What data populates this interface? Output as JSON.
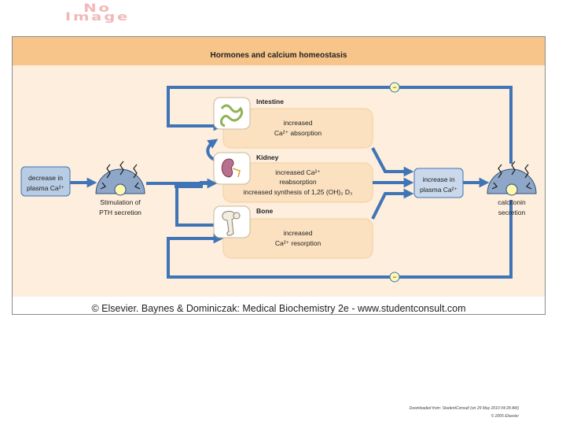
{
  "placeholder": {
    "line1": "No",
    "line2": "Image"
  },
  "title": "Hormones and calcium homeostasis",
  "left_box": {
    "line1": "decrease in",
    "line2": "plasma Ca²⁺"
  },
  "pth": {
    "line1": "Stimulation of",
    "line2": "PTH secretion"
  },
  "organs": {
    "intestine": {
      "name": "Intestine",
      "line1": "increased",
      "line2": "Ca²⁺ absorption"
    },
    "kidney": {
      "name": "Kidney",
      "line1": "increased Ca²⁺",
      "line2": "reabsorption",
      "line3": "increased synthesis of 1,25 (OH)₂ D₃"
    },
    "bone": {
      "name": "Bone",
      "line1": "increased",
      "line2": "Ca²⁺ resorption"
    }
  },
  "right_box": {
    "line1": "increase in",
    "line2": "plasma Ca²⁺"
  },
  "calcitonin": {
    "line1": "calcitonin",
    "line2": "secretion"
  },
  "feedback_top": "−",
  "feedback_bottom": "−",
  "copyright": "© Elsevier. Baynes & Dominiczak: Medical Biochemistry 2e - www.studentconsult.com",
  "footer": {
    "line1": "Downloaded from: StudentConsult (on 29 May 2010 04:28 AM)",
    "line2": "© 2005 Elsevier"
  },
  "colors": {
    "arrow": "#3f74b6",
    "panel": "#fdeedd",
    "header": "#f7c58a",
    "organ_box": "#fbe1c0",
    "left_box": "#b8cce4",
    "right_box": "#c9d8ea",
    "gland": "#8ea6c8",
    "node": "#fff9b0"
  }
}
